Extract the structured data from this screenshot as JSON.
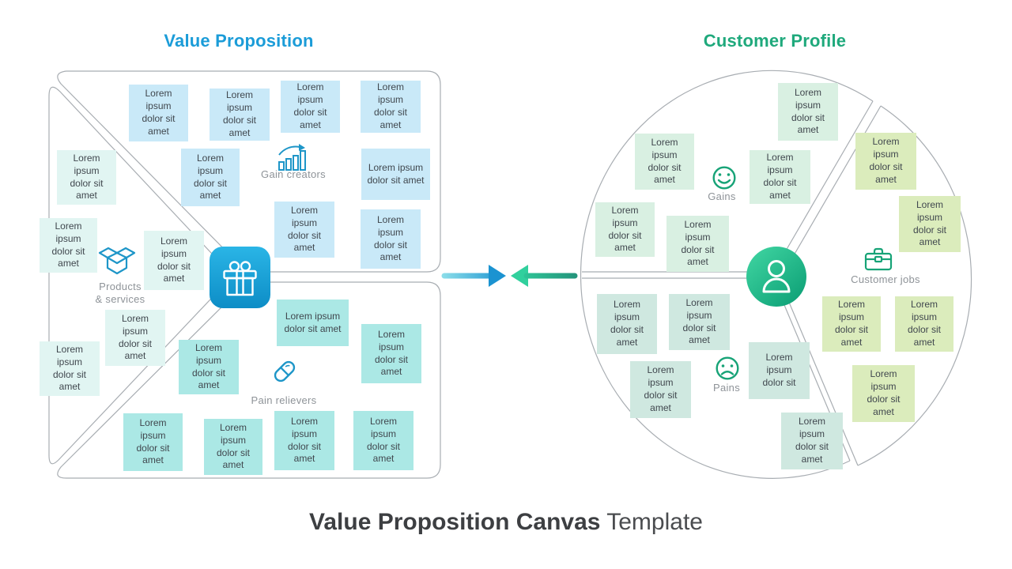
{
  "header": {
    "left_title": "Value Proposition",
    "right_title": "Customer Profile"
  },
  "value_proposition": {
    "sections": {
      "gain_creators": {
        "label": "Gain creators",
        "icon": "bar-chart-growth-icon"
      },
      "products_services": {
        "label_line1": "Products",
        "label_line2": "& services",
        "icon": "open-box-icon"
      },
      "pain_relievers": {
        "label": "Pain relievers",
        "icon": "pill-icon"
      }
    },
    "center_icon": "gift-icon"
  },
  "customer_profile": {
    "sections": {
      "gains": {
        "label": "Gains",
        "icon": "smiley-face-icon"
      },
      "customer_jobs": {
        "label": "Customer jobs",
        "icon": "briefcase-icon"
      },
      "pains": {
        "label": "Pains",
        "icon": "sad-face-icon"
      }
    },
    "center_icon": "person-icon"
  },
  "notes": {
    "standard": "Lorem ipsum dolor sit amet",
    "short": "Lorem ipsum dolor sit"
  },
  "footer": {
    "title_bold": "Value Proposition Canvas",
    "title_light": "Template"
  },
  "colors": {
    "blue_accent": "#1b9cd8",
    "green_accent": "#1fa97c",
    "note_blue": "#c9e9f8",
    "note_pale_mint": "#e1f5f2",
    "note_turquoise": "#abe8e5",
    "note_mint": "#d9f0e2",
    "note_lime": "#dbecbc",
    "note_teal": "#cfe8e0",
    "icon_blue": "#1e96c8",
    "icon_green": "#17a377",
    "outline_gray": "#a8adb2",
    "label_gray": "#8e9398",
    "title_dark": "#3d3f42"
  }
}
